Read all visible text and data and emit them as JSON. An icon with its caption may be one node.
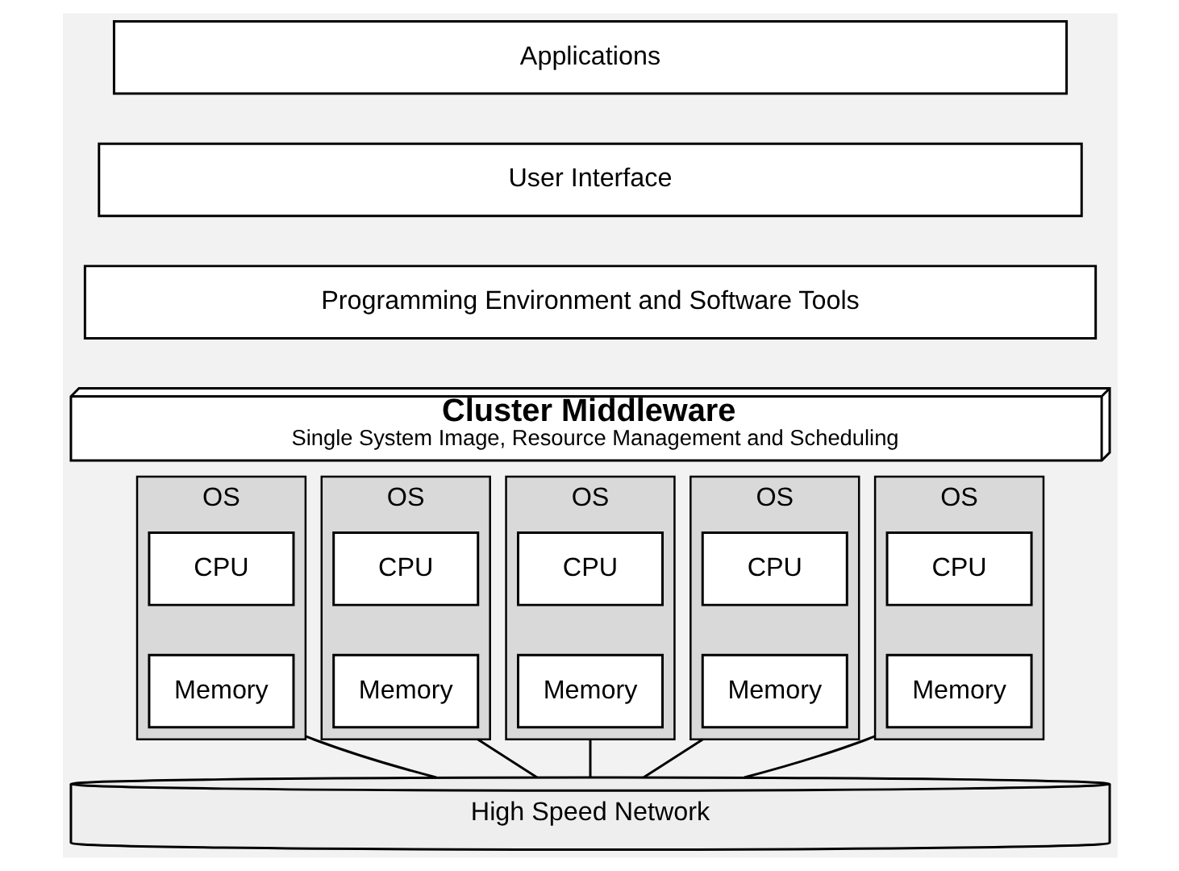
{
  "diagram": {
    "nodes": [
      {
        "text": [
          "Applications"
        ]
      },
      {
        "text": [
          "User Interface"
        ]
      },
      {
        "text": [
          "Programming Environment and Software Tools"
        ]
      },
      {
        "text": [
          "Cluster Middleware",
          "Single System Image, Resource Management and Scheduling"
        ]
      },
      {
        "text": [
          "OS"
        ]
      },
      {
        "text": [
          "CPU"
        ],
        "in": 4
      },
      {
        "text": [
          "Memory"
        ],
        "in": 4
      },
      {
        "text": [
          "OS"
        ]
      },
      {
        "text": [
          "CPU"
        ],
        "in": 7
      },
      {
        "text": [
          "Memory"
        ],
        "in": 7
      },
      {
        "text": [
          "OS"
        ]
      },
      {
        "text": [
          "CPU"
        ],
        "in": 10
      },
      {
        "text": [
          "Memory"
        ],
        "in": 10
      },
      {
        "text": [
          "OS"
        ]
      },
      {
        "text": [
          "CPU"
        ],
        "in": 13
      },
      {
        "text": [
          "Memory"
        ],
        "in": 13
      },
      {
        "text": [
          "OS"
        ]
      },
      {
        "text": [
          "CPU"
        ],
        "in": 16
      },
      {
        "text": [
          "Memory"
        ],
        "in": 16
      },
      {
        "text": [
          "High Speed Network"
        ]
      }
    ],
    "edges": [
      {
        "from": 4,
        "to": 19,
        "arrow": "none"
      },
      {
        "from": 7,
        "to": 19,
        "arrow": "none"
      },
      {
        "from": 10,
        "to": 19,
        "arrow": "none"
      },
      {
        "from": 13,
        "to": 19,
        "arrow": "none"
      },
      {
        "from": 16,
        "to": 19,
        "arrow": "none"
      }
    ]
  }
}
